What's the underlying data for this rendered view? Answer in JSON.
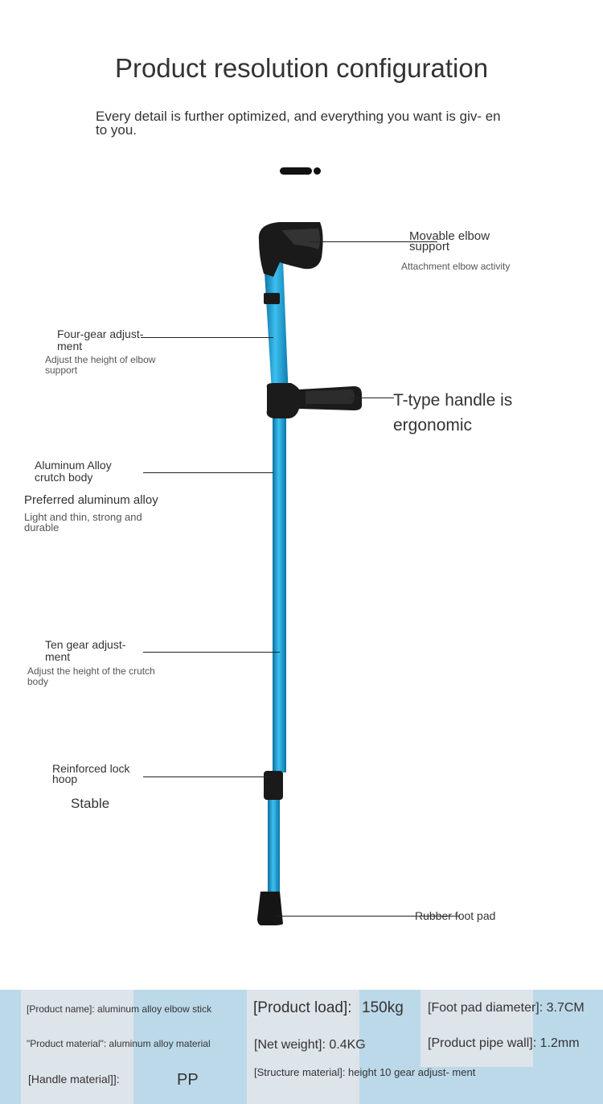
{
  "header": {
    "title": "Product resolution configuration",
    "subtitle": "Every detail is further optimized, and everything you want is giv- en to you."
  },
  "callouts": {
    "elbow_title": "Movable elbow support",
    "elbow_sub": "Attachment elbow activity",
    "four_gear_title": "Four-gear adjust- ment",
    "four_gear_sub": "Adjust the height of elbow support",
    "handle_title": "T-type handle is ergonomic",
    "alloy_title": "Aluminum Alloy crutch body",
    "alloy_sub_title": "Preferred aluminum alloy",
    "alloy_sub": "Light and thin, strong and durable",
    "ten_gear_title": "Ten gear adjust- ment",
    "ten_gear_sub": "Adjust the height of the crutch body",
    "lock_title": "Reinforced lock hoop",
    "lock_sub": "Stable",
    "foot_title": "Rubber foot pad"
  },
  "specs": {
    "product_name": "[Product name]: aluminum alloy elbow stick",
    "product_material": "\"Product material\": aluminum alloy material",
    "handle_material_label": "[Handle material]]:",
    "handle_material_value": "PP",
    "product_load_label": "[Product load]:",
    "product_load_value": "150kg",
    "net_weight": "[Net weight]: 0.4KG",
    "structure_material": "[Structure material]: height 10 gear adjust- ment",
    "foot_pad_diameter": "[Foot pad diameter]: 3.7CM",
    "pipe_wall": "[Product pipe wall]: 1.2mm"
  },
  "colors": {
    "crutch_blue": "#1e9fd8",
    "crutch_dark": "#1a1a1a",
    "spec_bg": "#bcd9e9"
  }
}
